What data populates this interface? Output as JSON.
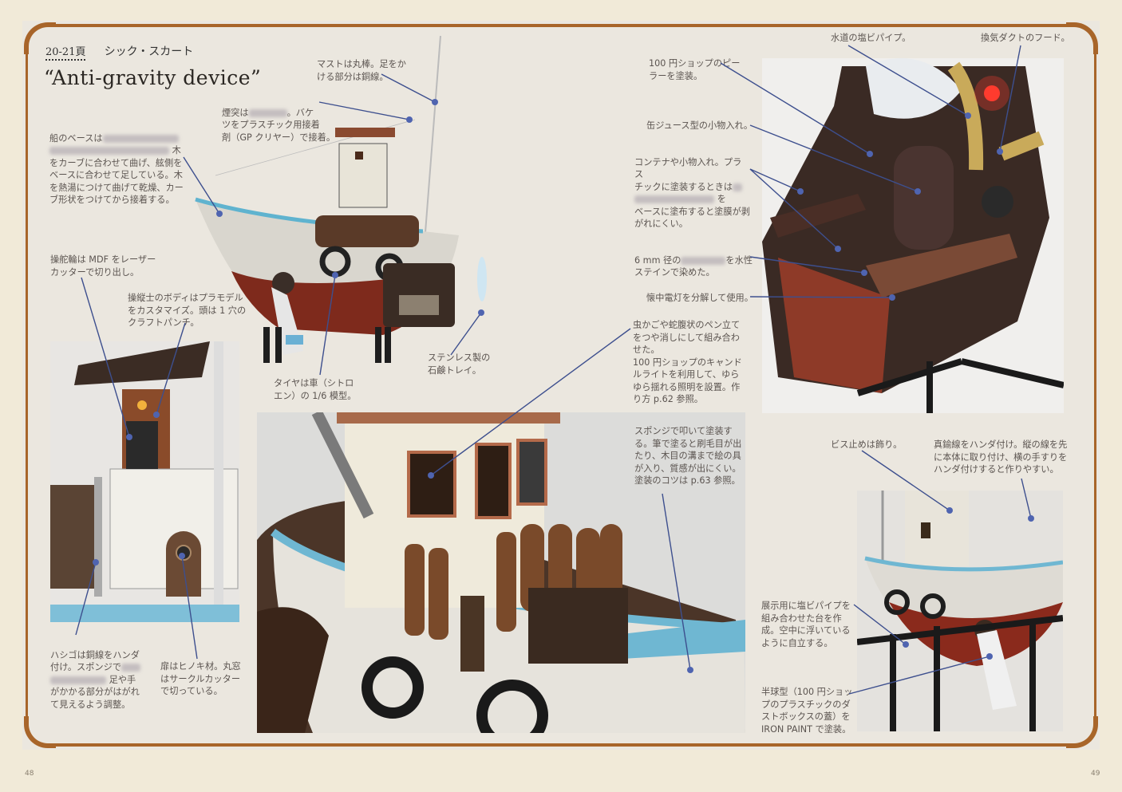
{
  "spread": {
    "left_page_number": "48",
    "right_page_number": "49",
    "colors": {
      "frame": "#a8652a",
      "page": "#ebe7df",
      "background": "#f1ead8",
      "leader": "#3d4f8e"
    }
  },
  "header": {
    "page_ref": "20-21頁",
    "section_jp": "シック・スカート",
    "title": "“Anti-gravity device”"
  },
  "notes": {
    "ship_base": {
      "line1": "船のベースは",
      "line2_end": "木",
      "rest": "をカーブに合わせて曲げ、舷側を\nベースに合わせて足している。木\nを熱湯につけて曲げて乾燥、カー\nブ形状をつけてから接着する。"
    },
    "mast": "マストは丸棒。足をか\nける部分は銅線。",
    "funnel": {
      "start": "煙突は",
      "end": "。バケ",
      "rest": "ツをプラスチック用接着\n剤（GP クリヤー）で接着。"
    },
    "wheel": "操舵輪は MDF をレーザー\nカッターで切り出し。",
    "pilot": "操縦士のボディはプラモデル\nをカスタマイズ。頭は 1 穴の\nクラフトパンチ。",
    "tire": "タイヤは車（シトロ\nエン）の 1/6 模型。",
    "tray": "ステンレス製の\n石鹸トレイ。",
    "ladder": {
      "start": "ハシゴは銅線をハンダ\n付け。スポンジで",
      "mid_end": "足や手",
      "rest": "がかかる部分がはがれ\nて見えるよう調整。"
    },
    "door": "扉はヒノキ材。丸窓\nはサークルカッター\nで切っている。",
    "pen_stand": "虫かごや蛇腹状のペン立て\nをつや消しにして組み合わ\nせた。\n100 円ショップのキャンド\nルライトを利用して、ゆら\nゆら揺れる照明を設置。作\nり方 p.62 参照。",
    "sponge": "スポンジで叩いて塗装す\nる。筆で塗ると刷毛目が出\nたり、木目の溝まで絵の具\nが入り、質感が出にくい。\n塗装のコツは p.63 参照。",
    "pvc_pipe": "水道の塩ビパイプ。",
    "duct_hood": "換気ダクトのフード。",
    "peeler": "100 円ショップのピー\nラーを塗装。",
    "can_case": "缶ジュース型の小物入れ。",
    "container": {
      "line1": "コンテナや小物入れ。プラス",
      "line2": "チックに塗装するときは",
      "line3_end": "を",
      "rest": "ベースに塗布すると塗膜が剥\nがれにくい。"
    },
    "rope": {
      "start": "6 mm 径の",
      "end": "を水性",
      "rest": "ステインで染めた。"
    },
    "flashlight": "懐中電灯を分解して使用。",
    "screws": "ビス止めは飾り。",
    "brass_wire": "真鍮線をハンダ付け。縦の線を先\nに本体に取り付け、横の手すりを\nハンダ付けすると作りやすい。",
    "stand": "展示用に塩ビパイプを\n組み合わせた台を作\n成。空中に浮いている\nように自立する。",
    "hemisphere": "半球型（100 円ショッ\nプのプラスチックのダ\nストボックスの蓋）を\nIRON PAINT で塗装。"
  },
  "photos": [
    {
      "id": "ship-side-view",
      "subject": "flying fishing boat model, side view"
    },
    {
      "id": "cabin-closeup",
      "subject": "wheelhouse with pilot figure and ladder"
    },
    {
      "id": "deck-closeup",
      "subject": "deck with copper pipes and tires"
    },
    {
      "id": "rear-engine-view",
      "subject": "rear engine with red lights"
    },
    {
      "id": "stand-view",
      "subject": "boat on PVC pipe display stand"
    }
  ]
}
